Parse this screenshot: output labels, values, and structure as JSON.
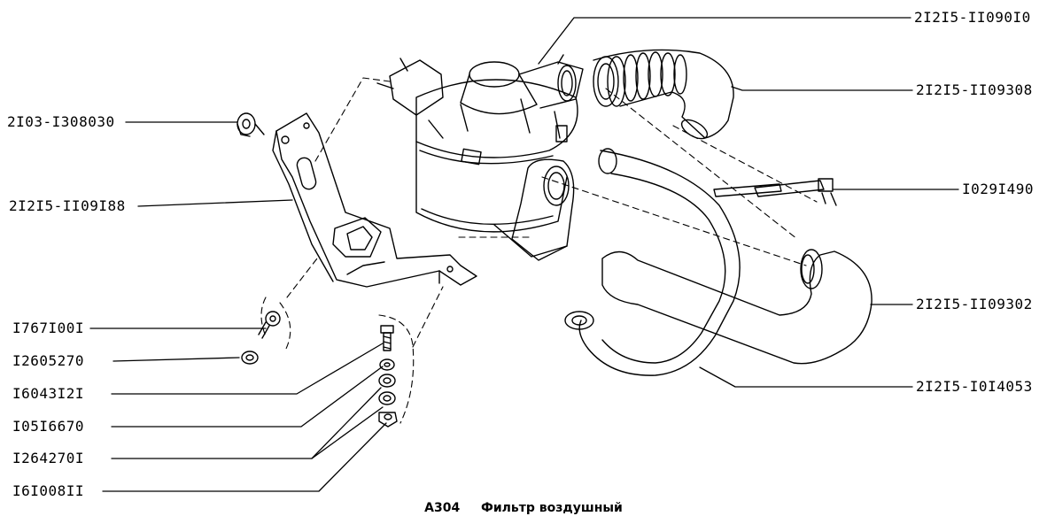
{
  "part_labels": {
    "left": [
      "2I03-I308030",
      "2I2I5-II09I88",
      "I767I00I",
      "I2605270",
      "I6043I2I",
      "I05I6670",
      "I264270I",
      "I6I008II"
    ],
    "right": [
      "2I2I5-II090I0",
      "2I2I5-II09308",
      "I029I490",
      "2I2I5-II09302",
      "2I2I5-I0I4053"
    ]
  },
  "caption": {
    "code": "А304",
    "title": "Фильтр воздушный"
  }
}
